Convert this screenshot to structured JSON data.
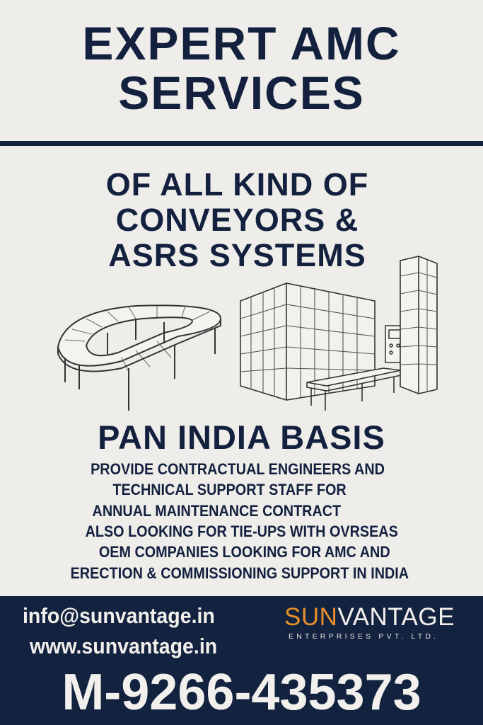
{
  "headline": {
    "line1": "EXPERT AMC",
    "line2": "SERVICES"
  },
  "subheadline": {
    "line1": "OF ALL KIND OF",
    "line2": "CONVEYORS &",
    "line3": "ASRS SYSTEMS"
  },
  "illustrations": [
    "conveyor-loop-icon",
    "asrs-rack-icon",
    "control-panel-icon",
    "tower-rack-icon"
  ],
  "coverage": "PAN INDIA BASIS",
  "body_lines": [
    "PROVIDE CONTRACTUAL ENGINEERS AND",
    "TECHNICAL SUPPORT STAFF FOR",
    "ANNUAL MAINTENANCE CONTRACT",
    "ALSO LOOKING FOR TIE-UPS WITH OVRSEAS",
    "OEM COMPANIES LOOKING FOR AMC AND",
    "ERECTION & COMMISSIONING SUPPORT IN INDIA"
  ],
  "footer": {
    "email": "info@sunvantage.in",
    "website": "www.sunvantage.in",
    "phone": "M-9266-435373",
    "logo": {
      "part1": "SUN",
      "part2": "VANTAGE",
      "tagline": "ENTERPRISES PVT. LTD."
    }
  },
  "colors": {
    "navy": "#13213f",
    "background": "#efedea",
    "orange": "#e8902a"
  }
}
